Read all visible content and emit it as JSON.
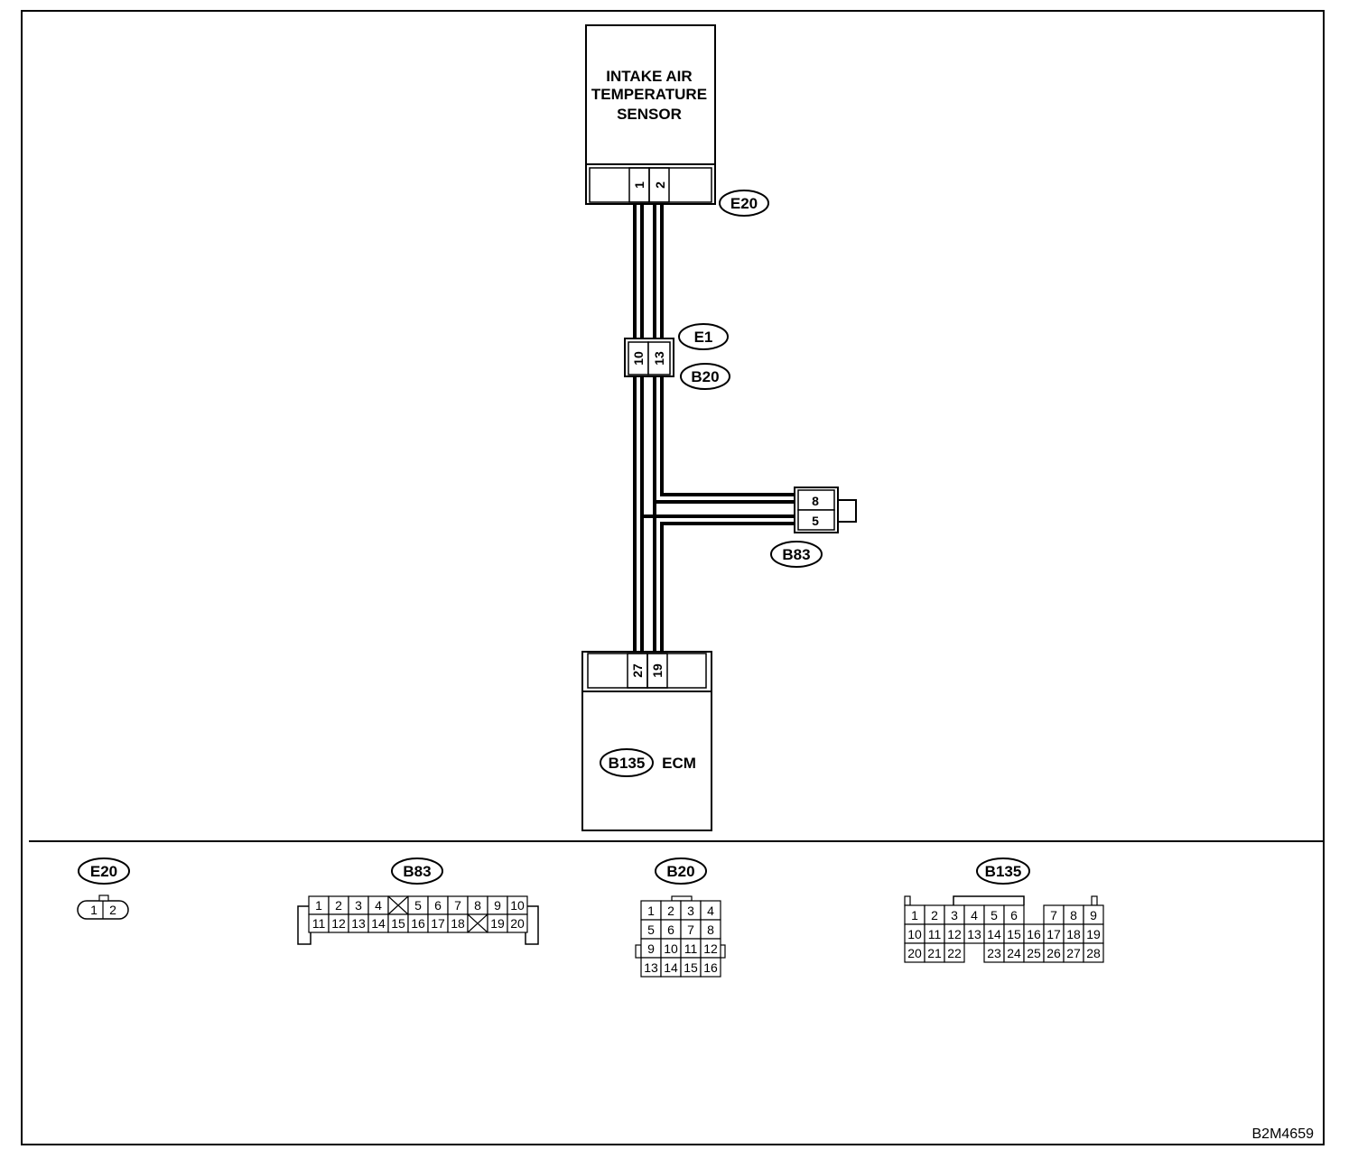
{
  "sensor": {
    "title_lines": [
      "INTAKE AIR",
      "TEMPERATURE",
      "SENSOR"
    ],
    "connector": "E20",
    "pins": [
      "1",
      "2"
    ]
  },
  "joint": {
    "connector_top": "E1",
    "connector_bottom": "B20",
    "pins": [
      "10",
      "13"
    ]
  },
  "branch": {
    "connector": "B83",
    "pins": [
      "8",
      "5"
    ]
  },
  "ecm": {
    "label": "ECM",
    "connector": "B135",
    "pins": [
      "27",
      "19"
    ]
  },
  "connector_views": {
    "e20": {
      "label": "E20",
      "pins": [
        "1",
        "2"
      ]
    },
    "b83": {
      "label": "B83",
      "row1": [
        "1",
        "2",
        "3",
        "4",
        "",
        "5",
        "6",
        "7",
        "8",
        "9",
        "10"
      ],
      "row2": [
        "11",
        "12",
        "13",
        "14",
        "15",
        "16",
        "17",
        "18",
        "",
        "19",
        "20"
      ]
    },
    "b20": {
      "label": "B20",
      "rows": [
        [
          "1",
          "2",
          "3",
          "4"
        ],
        [
          "5",
          "6",
          "7",
          "8"
        ],
        [
          "9",
          "10",
          "11",
          "12"
        ],
        [
          "13",
          "14",
          "15",
          "16"
        ]
      ]
    },
    "b135": {
      "label": "B135",
      "row1": [
        "1",
        "2",
        "3",
        "4",
        "5",
        "6",
        "",
        "7",
        "8",
        "9"
      ],
      "row2": [
        "10",
        "11",
        "12",
        "13",
        "14",
        "15",
        "16",
        "17",
        "18",
        "19"
      ],
      "row3": [
        "20",
        "21",
        "22",
        "",
        "23",
        "24",
        "25",
        "26",
        "27",
        "28"
      ]
    }
  },
  "figure_code": "B2M4659"
}
